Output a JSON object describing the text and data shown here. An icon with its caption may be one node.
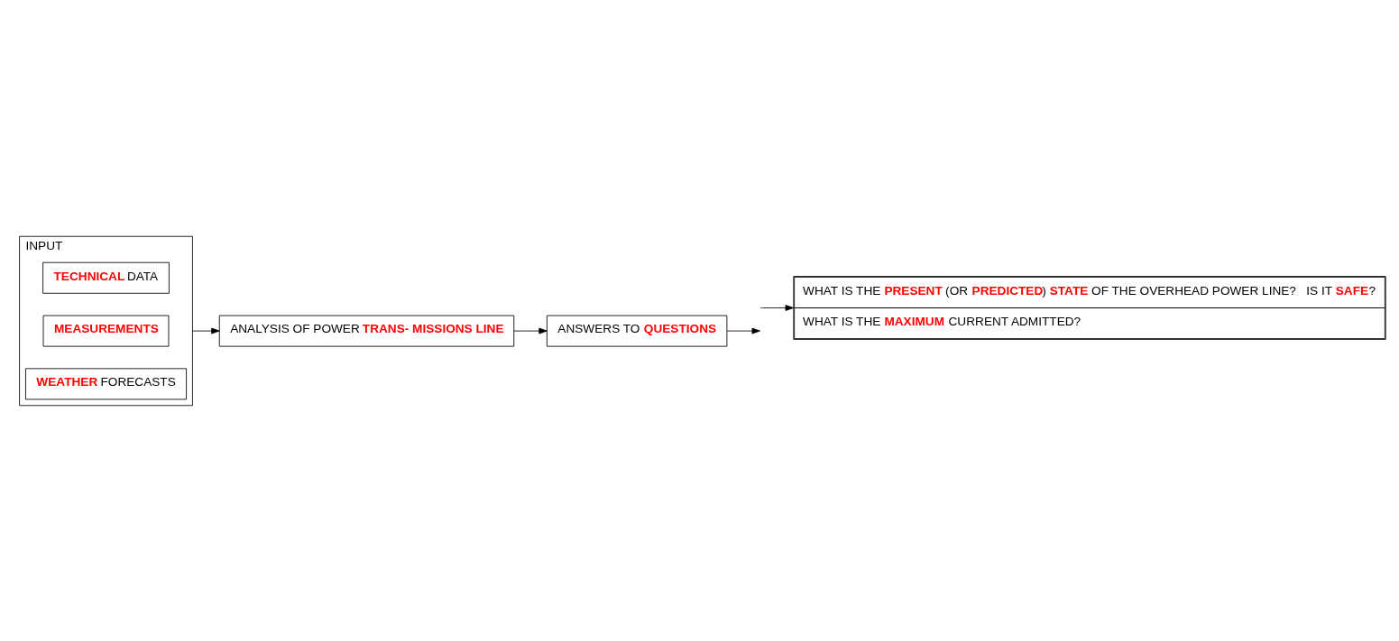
{
  "diagram": {
    "nodes": [
      {
        "text": [
          "INPUT"
        ]
      },
      {
        "text": [
          "**TECHNICAL** DATA"
        ],
        "in": 0
      },
      {
        "text": [
          "**MEASUREMENTS**"
        ],
        "in": 0
      },
      {
        "text": [
          "**WEATHER** FORECASTS"
        ],
        "in": 0
      },
      {
        "text": [
          "ANALYSIS OF POWER **TRANS- MISSIONS LINE**"
        ]
      },
      {
        "text": [
          "ANSWERS TO **QUESTIONS**"
        ]
      },
      {
        "text": [
          "WHAT IS THE **PRESENT** (OR **PREDICTED**) **STATE** OF THE OVERHEAD POWER LINE?   IS IT **SAFE**?",
          "WHAT IS THE **MAXIMUM** CURRENT ADMITTED?"
        ]
      }
    ],
    "edges": [
      {
        "from": 0,
        "to": 4,
        "arrow": "to"
      },
      {
        "from": 4,
        "to": 5,
        "arrow": "to"
      },
      {
        "from": 5,
        "to": null,
        "arrow": "to"
      },
      {
        "from": null,
        "to": 6,
        "arrow": "to"
      }
    ]
  }
}
